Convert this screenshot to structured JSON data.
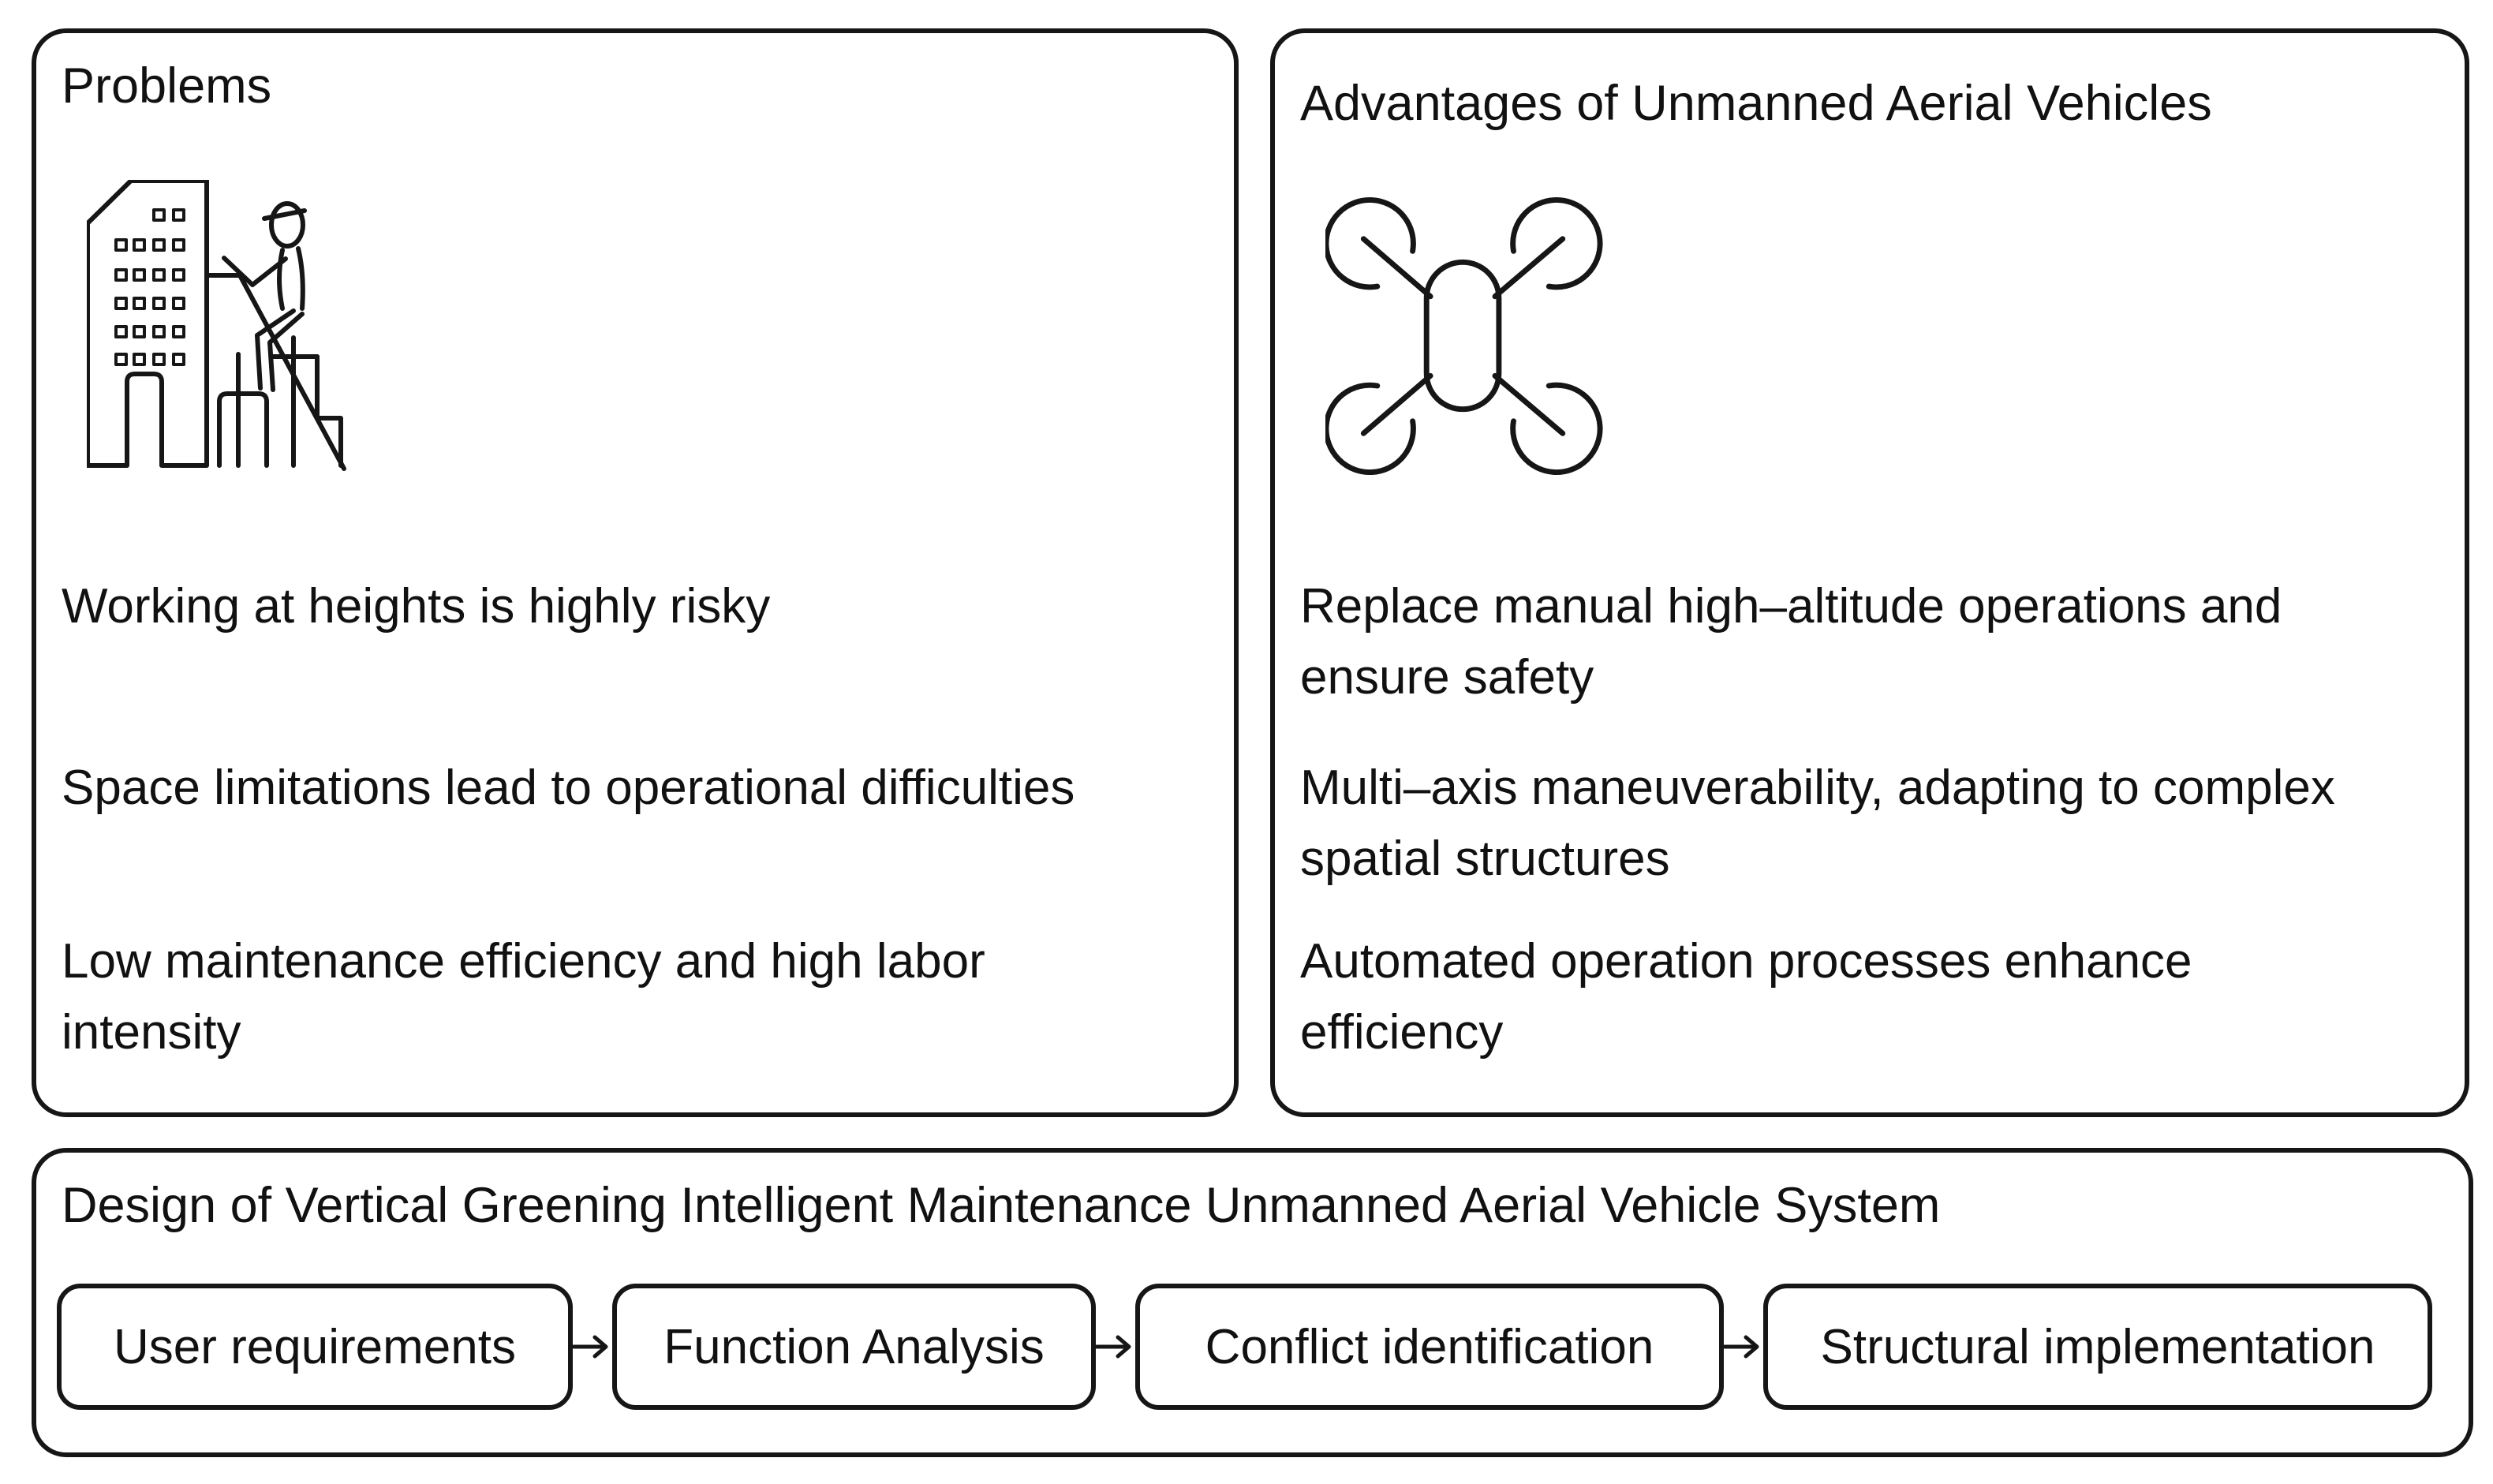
{
  "colors": {
    "stroke": "#161616",
    "background": "#ffffff",
    "text": "#111111"
  },
  "panels": {
    "problems": {
      "title": "Problems",
      "icon": "building-worker-icon",
      "items": [
        {
          "lines": [
            "Working at heights is highly risky"
          ]
        },
        {
          "lines": [
            "Space limitations lead to operational difficulties"
          ]
        },
        {
          "lines": [
            "Low maintenance efficiency and high labor",
            "intensity"
          ]
        }
      ]
    },
    "advantages": {
      "title": "Advantages of Unmanned Aerial Vehicles",
      "icon": "drone-icon",
      "items": [
        {
          "lines": [
            "Replace manual high–altitude operations and",
            "ensure safety"
          ]
        },
        {
          "lines": [
            "Multi–axis maneuverability, adapting to complex",
            "spatial structures"
          ]
        },
        {
          "lines": [
            "Automated operation processes enhance",
            "efficiency"
          ]
        }
      ]
    },
    "design": {
      "title": "Design of Vertical Greening Intelligent Maintenance Unmanned Aerial Vehicle System",
      "steps": [
        {
          "label": "User requirements"
        },
        {
          "label": "Function Analysis"
        },
        {
          "label": "Conflict identification"
        },
        {
          "label": "Structural implementation"
        }
      ]
    }
  }
}
